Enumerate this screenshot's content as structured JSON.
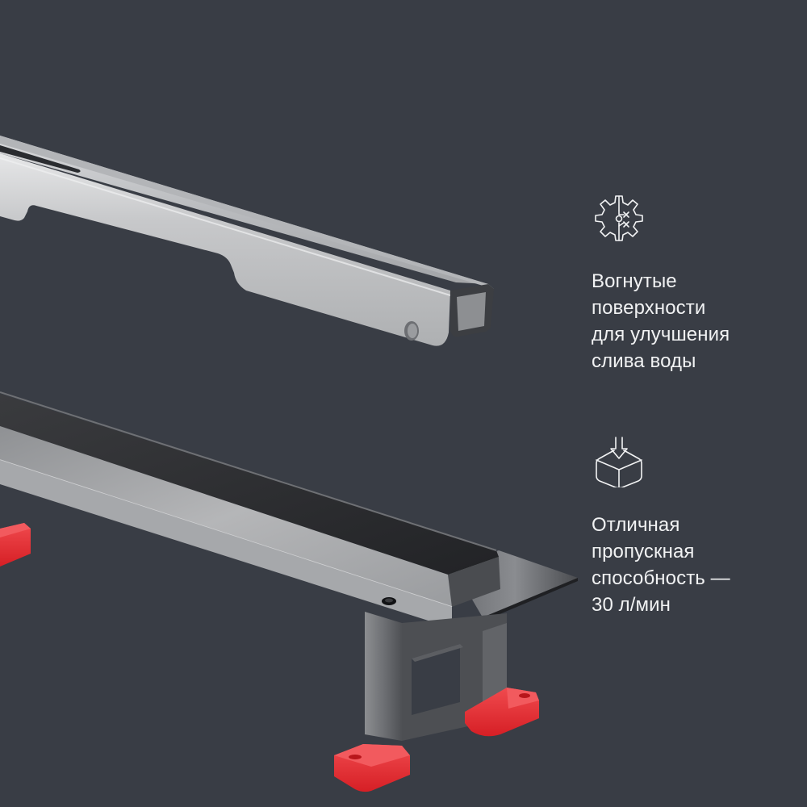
{
  "colors": {
    "background": "#393d45",
    "text": "#f1f2f3",
    "steel_light": "#c9cacc",
    "steel_mid": "#a7a9ac",
    "grate_black": "#2b2c2f",
    "support_gray": "#5a5c60",
    "foot_red": "#e8282d"
  },
  "features": [
    {
      "icon": "gear-cross-section-icon",
      "lines": [
        "Вогнутые",
        "поверхности",
        "для улучшения",
        "слива воды"
      ]
    },
    {
      "icon": "box-arrow-down-icon",
      "lines": [
        "Отличная",
        "пропускная",
        "способность —",
        "30 л/мин"
      ]
    }
  ],
  "product": {
    "parts": [
      "steel-profile-rail",
      "drain-channel",
      "support-leg",
      "red-foot-pads"
    ]
  }
}
